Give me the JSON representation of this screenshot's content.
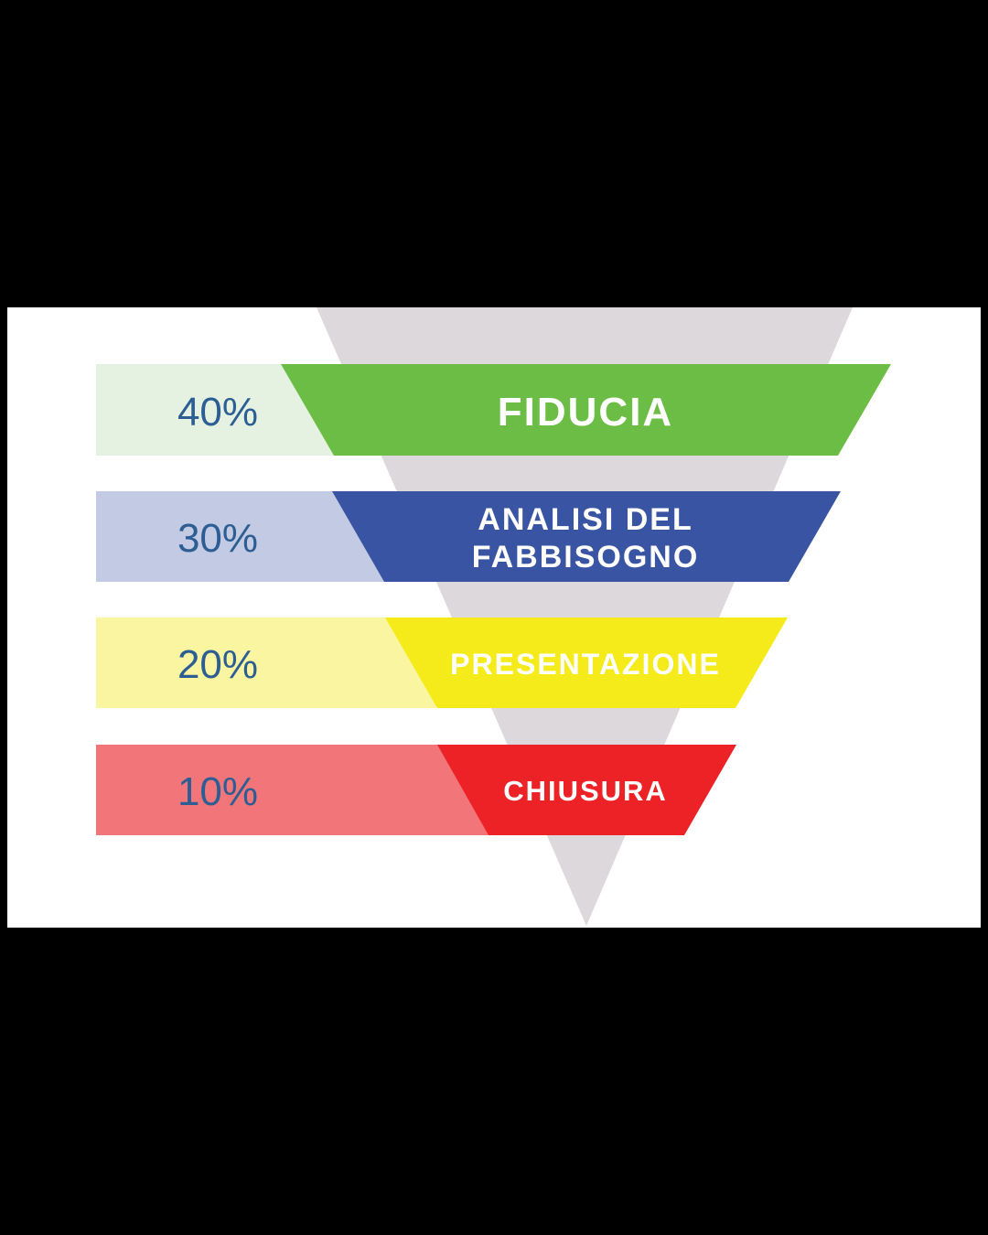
{
  "chart_data": {
    "type": "funnel",
    "title": "",
    "stages": [
      {
        "label": "FIDUCIA",
        "percent": "40%",
        "value": 40,
        "color": "#6cbd45",
        "light_color": "#e5f2e1"
      },
      {
        "label": "ANALISI DEL FABBISOGNO",
        "label_lines": [
          "ANALISI DEL",
          "FABBISOGNO"
        ],
        "percent": "30%",
        "value": 30,
        "color": "#3a54a4",
        "light_color": "#c3cae3"
      },
      {
        "label": "PRESENTAZIONE",
        "percent": "20%",
        "value": 20,
        "color": "#f5ea1a",
        "light_color": "#f9f5a0"
      },
      {
        "label": "CHIUSURA",
        "percent": "10%",
        "value": 10,
        "color": "#ec2227",
        "light_color": "#f27679"
      }
    ],
    "background_triangle_color": "#dcd8dc",
    "percent_text_color": "#2d5e93"
  },
  "funnel": {
    "stages": [
      {
        "percent": "40%",
        "label": "FIDUCIA"
      },
      {
        "percent": "30%",
        "label_line1": "ANALISI DEL",
        "label_line2": "FABBISOGNO"
      },
      {
        "percent": "20%",
        "label": "PRESENTAZIONE"
      },
      {
        "percent": "10%",
        "label": "CHIUSURA"
      }
    ]
  }
}
